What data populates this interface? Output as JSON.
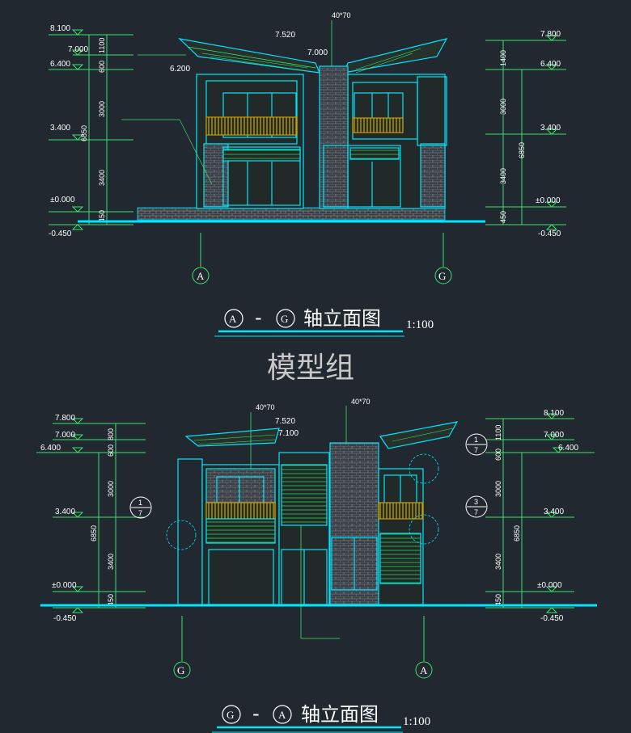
{
  "drawing_1": {
    "title": "轴立面图",
    "axis_from": "A",
    "axis_to": "G",
    "scale": "1:100",
    "left_levels": [
      "8.100",
      "7.000",
      "6.400",
      "3.400",
      "±0.000",
      "-0.450"
    ],
    "left_dims": [
      "1100",
      "600",
      "3000",
      "3400",
      "450",
      "6850"
    ],
    "right_levels": [
      "7.800",
      "6.400",
      "3.400",
      "±0.000",
      "-0.450"
    ],
    "right_dims": [
      "1400",
      "3000",
      "3400",
      "450",
      "6850"
    ],
    "inner_levels": [
      "7.520",
      "7.000",
      "6.200"
    ],
    "note_top": "40*70",
    "axis_labels": [
      "A",
      "G"
    ]
  },
  "group_label": "模型组",
  "drawing_2": {
    "title": "轴立面图",
    "axis_from": "G",
    "axis_to": "A",
    "scale": "1:100",
    "left_levels": [
      "7.800",
      "7.000",
      "6.400",
      "3.400",
      "±0.000",
      "-0.450"
    ],
    "left_dims": [
      "800",
      "600",
      "3000",
      "3400",
      "450",
      "6850"
    ],
    "right_levels": [
      "8.100",
      "7.000",
      "6.400",
      "3.400",
      "±0.000",
      "-0.450"
    ],
    "right_dims": [
      "1100",
      "600",
      "3000",
      "3400",
      "450",
      "6850"
    ],
    "inner_levels": [
      "7.520",
      "7.100"
    ],
    "note_top": [
      "40*70",
      "40*70"
    ],
    "callouts": [
      {
        "num": "1",
        "den": "7"
      },
      {
        "num": "1",
        "den": "7"
      },
      {
        "num": "3",
        "den": "7"
      }
    ],
    "axis_labels": [
      "G",
      "A"
    ]
  },
  "colors": {
    "background": "#212830",
    "cyan": "#00e5ff",
    "green": "#39e36a",
    "white": "#ffffff",
    "brick": "#9a9a9a",
    "rail": "#c8a000"
  }
}
